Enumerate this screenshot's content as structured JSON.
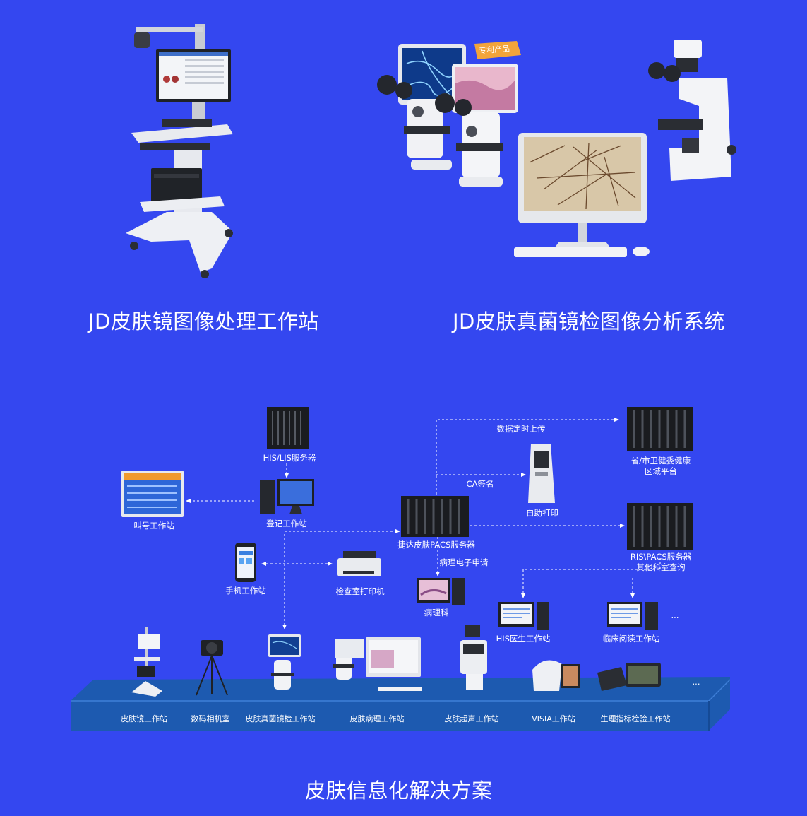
{
  "products": {
    "workstation_caption": "JD皮肤镜图像处理工作站",
    "fungal_caption": "JD皮肤真菌镜检图像分析系统",
    "patent_badge": "专利产品"
  },
  "diagram": {
    "nodes": {
      "his_lis": "HIS/LIS服务器",
      "register": "登记工作站",
      "queue": "叫号工作站",
      "phone": "手机工作站",
      "printer": "检查室打印机",
      "pacs": "捷达皮肤PACS服务器",
      "pathology_request": "病理电子申请",
      "pathology": "病理科",
      "self_print": "自助打印",
      "ca_sign": "CA签名",
      "upload": "数据定时上传",
      "regional_line1": "省/市卫健委健康",
      "regional_line2": "区域平台",
      "ris_line1": "RIS\\PACS服务器",
      "ris_line2": "其他科室查询",
      "his_doctor": "HIS医生工作站",
      "clinical_reading": "临床阅读工作站",
      "ellipsis_right": "...",
      "ellipsis_platform": "..."
    },
    "platform": [
      "皮肤镜工作站",
      "数码相机室",
      "皮肤真菌镜检工作站",
      "皮肤病理工作站",
      "皮肤超声工作站",
      "VISIA工作站",
      "生理指标检验工作站"
    ]
  },
  "footer": {
    "title": "皮肤信息化解决方案"
  }
}
